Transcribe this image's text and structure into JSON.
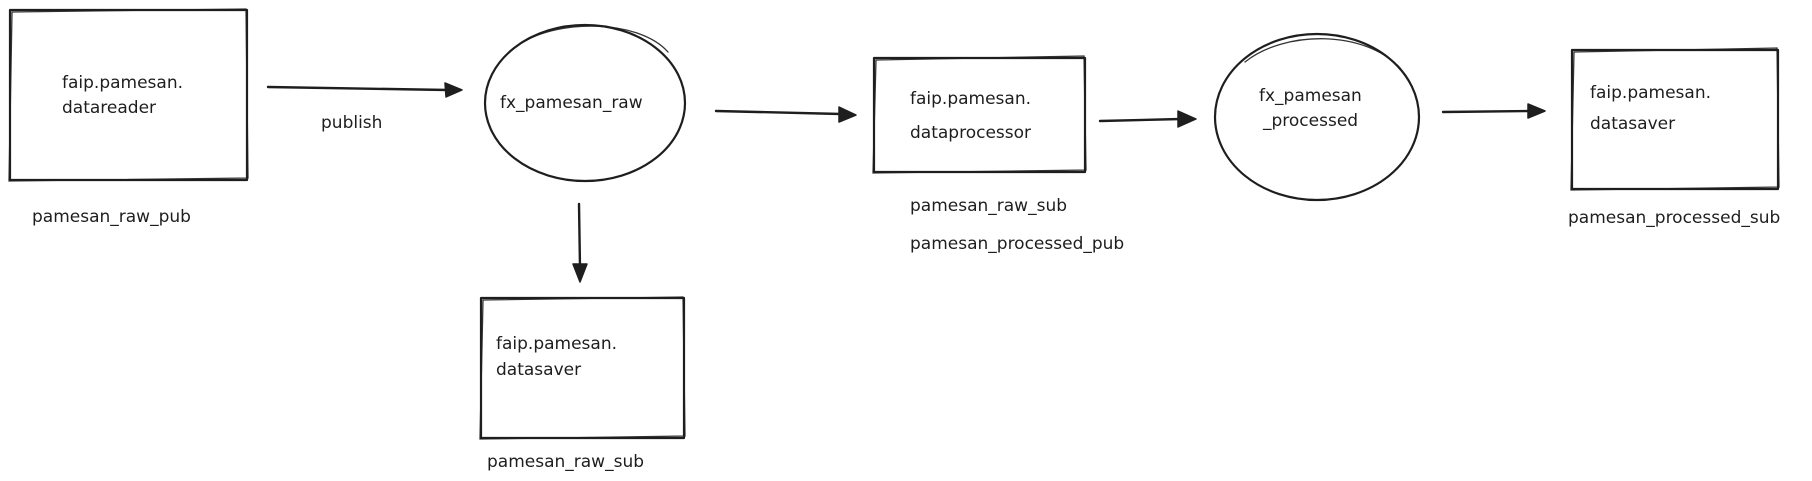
{
  "nodes": {
    "datareader": {
      "line1": "faip.pamesan.",
      "line2": "datareader",
      "caption": "pamesan_raw_pub"
    },
    "raw_topic": {
      "label": "fx_pamesan_raw"
    },
    "datasaver_raw": {
      "line1": "faip.pamesan.",
      "line2": "datasaver",
      "caption": "pamesan_raw_sub"
    },
    "dataprocessor": {
      "line1": "faip.pamesan.",
      "line2": "dataprocessor",
      "caption1": "pamesan_raw_sub",
      "caption2": "pamesan_processed_pub"
    },
    "processed_topic": {
      "line1": "fx_pamesan",
      "line2": "_processed"
    },
    "datasaver_processed": {
      "line1": "faip.pamesan.",
      "line2": "datasaver",
      "caption": "pamesan_processed_sub"
    }
  },
  "edges": {
    "publish_label": "publish"
  }
}
